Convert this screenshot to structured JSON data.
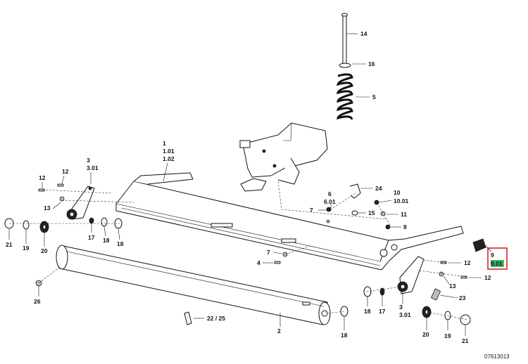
{
  "diagram": {
    "drawing_code": "07613013",
    "highlight_color": "#d7262a",
    "highlight_fill": "#3fb56a",
    "callouts": {
      "c14": "14",
      "c16": "16",
      "c5": "5",
      "c1": "1",
      "c101": "1.01",
      "c102": "1.02",
      "c3a": "3",
      "c301a": "3.01",
      "c12a": "12",
      "c12b": "12",
      "c13a": "13",
      "c21a": "21",
      "c19a": "19",
      "c20a": "20",
      "c17a": "17",
      "c18a": "18",
      "c18b": "18",
      "c24": "24",
      "c10": "10",
      "c1001": "10.01",
      "c6": "6",
      "c601": "6.01",
      "c7a": "7",
      "c15": "15",
      "c11": "11",
      "c8": "8",
      "c7b": "7",
      "c4": "4",
      "c9": "9",
      "c901": "9.01",
      "c12c": "12",
      "c12d": "12",
      "c13b": "13",
      "c23": "23",
      "c26": "26",
      "c18c": "18",
      "c17b": "17",
      "c18d": "18",
      "c3b": "3",
      "c301b": "3.01",
      "c2": "2",
      "c2225": "22 / 25",
      "c20b": "20",
      "c19b": "19",
      "c21b": "21"
    }
  }
}
